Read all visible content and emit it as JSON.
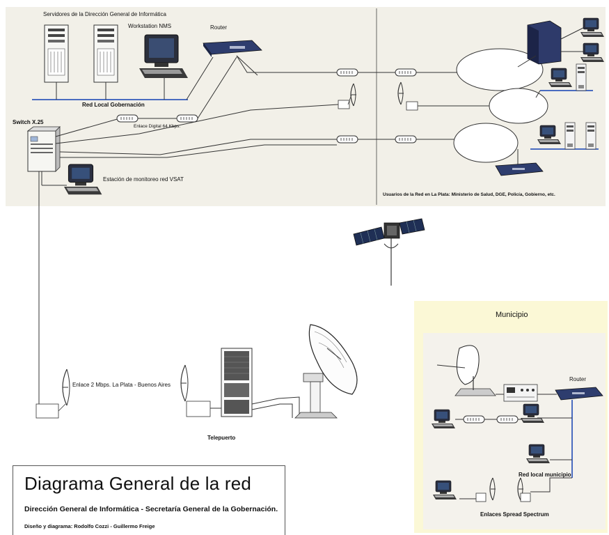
{
  "labels": {
    "servers": "Servidores de la Dirección General de Informática",
    "workstation": "Workstation NMS",
    "router_top": "Router",
    "red_local": "Red Local Gobernación",
    "enlace_digital": "Enlace Digital 64 Kbps.",
    "switch": "Switch X.25",
    "estacion": "Estación de monitoreo red VSAT",
    "usuarios": "Usuarios de la Red en La Plata: Ministerio de Salud, DGE, Policía, Gobierno, etc.",
    "enlace_2mbps": "Enlace 2 Mbps. La Plata - Buenos Aires",
    "telepuerto": "Telepuerto",
    "municipio": "Municipio",
    "router_municipio": "Router",
    "red_local_municipio": "Red local municipio",
    "enlaces_spread": "Enlaces Spread Spectrum"
  },
  "title_block": {
    "title": "Diagrama General de la red",
    "subtitle": "Dirección General de Informática - Secretaría General de la Gobernación.",
    "credit": "Diseño y diagrama: Rodolfo Cozzi - Guillermo Freige"
  },
  "colors": {
    "top_panel": "#f2f0e8",
    "municipio_panel": "#fbf8d6",
    "municipio_inner": "#f4f2ec",
    "lan_line": "#4a6cc0",
    "device_dark": "#2a3a66"
  }
}
